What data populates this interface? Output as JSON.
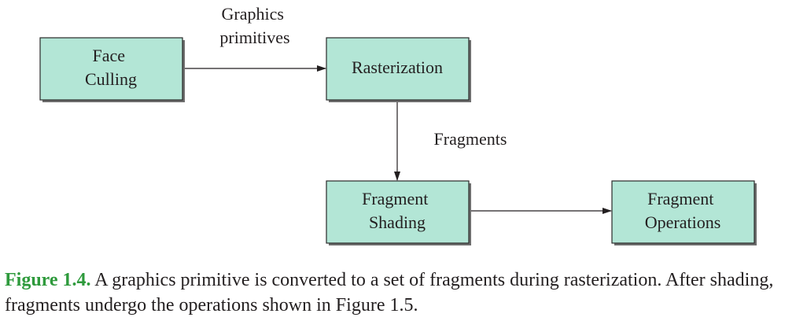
{
  "diagram": {
    "nodes": [
      {
        "id": "face-culling",
        "lines": [
          "Face",
          "Culling"
        ]
      },
      {
        "id": "rasterization",
        "lines": [
          "Rasterization"
        ]
      },
      {
        "id": "fragment-shading",
        "lines": [
          "Fragment",
          "Shading"
        ]
      },
      {
        "id": "fragment-operations",
        "lines": [
          "Fragment",
          "Operations"
        ]
      }
    ],
    "edges": [
      {
        "from": "face-culling",
        "to": "rasterization",
        "label_lines": [
          "Graphics",
          "primitives"
        ]
      },
      {
        "from": "rasterization",
        "to": "fragment-shading",
        "label_lines": [
          "Fragments"
        ]
      },
      {
        "from": "fragment-shading",
        "to": "fragment-operations",
        "label_lines": []
      }
    ],
    "colors": {
      "node_fill": "#b3e6d6",
      "caption_label": "#2e9a3c"
    }
  },
  "caption": {
    "label": "Figure 1.4.",
    "text": " A graphics primitive is converted to a set of fragments during rasterization. After shading, fragments undergo the operations shown in Figure 1.5."
  }
}
